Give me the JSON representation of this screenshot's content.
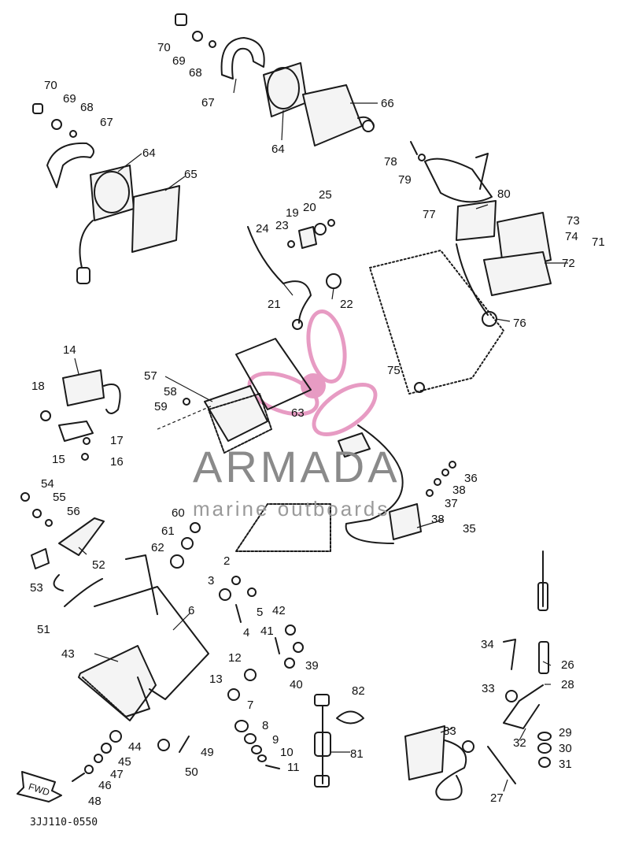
{
  "watermark": {
    "brand": "ARMADA",
    "tagline": "marine outboards",
    "accent_color": "#e07ab0",
    "text_color": "#8a8a8a"
  },
  "drawing_code": "3JJ110-0550",
  "direction_marker": "FWD",
  "callouts": {
    "c70a": "70",
    "c69a": "69",
    "c68a": "68",
    "c67a": "67",
    "c70b": "70",
    "c69b": "69",
    "c68b": "68",
    "c67b": "67",
    "c64a": "64",
    "c64b": "64",
    "c65": "65",
    "c66": "66",
    "c78": "78",
    "c79": "79",
    "c77": "77",
    "c80": "80",
    "c73": "73",
    "c74": "74",
    "c71": "71",
    "c72": "72",
    "c76": "76",
    "c75": "75",
    "c25": "25",
    "c20": "20",
    "c19": "19",
    "c24": "24",
    "c23": "23",
    "c21": "21",
    "c22": "22",
    "c14": "14",
    "c18": "18",
    "c17": "17",
    "c16": "16",
    "c15": "15",
    "c57": "57",
    "c58": "58",
    "c59": "59",
    "c63": "63",
    "c36": "36",
    "c38a": "38",
    "c37": "37",
    "c38b": "38",
    "c35": "35",
    "c54": "54",
    "c55": "55",
    "c56": "56",
    "c52": "52",
    "c53": "53",
    "c51": "51",
    "c60": "60",
    "c61": "61",
    "c62": "62",
    "c2": "2",
    "c3": "3",
    "c5": "5",
    "c4": "4",
    "c42": "42",
    "c41": "41",
    "c39": "39",
    "c40": "40",
    "c6": "6",
    "c43": "43",
    "c12": "12",
    "c13": "13",
    "c44": "44",
    "c45": "45",
    "c47": "47",
    "c46": "46",
    "c48": "48",
    "c49": "49",
    "c50": "50",
    "c7": "7",
    "c8": "8",
    "c9": "9",
    "c10": "10",
    "c11": "11",
    "c82": "82",
    "c81": "81",
    "c83": "83",
    "c34": "34",
    "c26": "26",
    "c33": "33",
    "c28": "28",
    "c32": "32",
    "c29": "29",
    "c30": "30",
    "c31": "31",
    "c27": "27"
  }
}
